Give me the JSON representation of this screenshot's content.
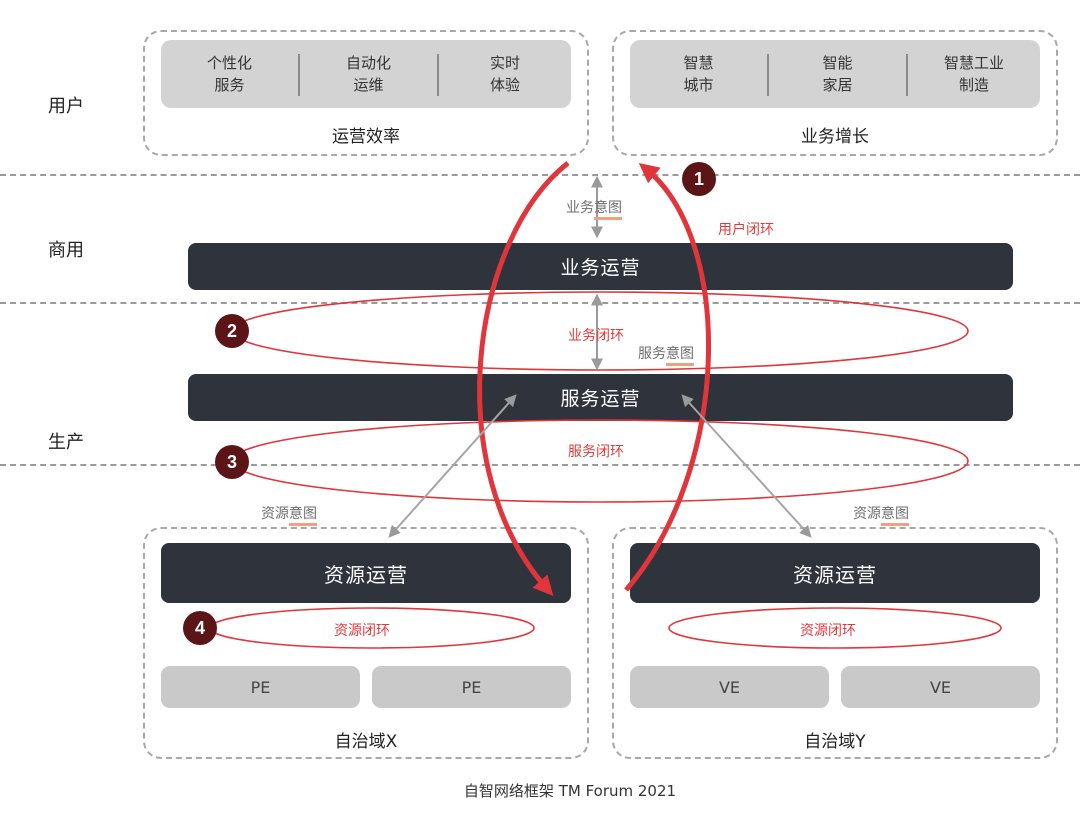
{
  "layers": {
    "user": "用户",
    "commercial": "商用",
    "production": "生产"
  },
  "top_left_box": {
    "items": [
      "个性化\n服务",
      "自动化\n运维",
      "实时\n体验"
    ],
    "caption": "运营效率"
  },
  "top_right_box": {
    "items": [
      "智慧\n城市",
      "智能\n家居",
      "智慧工业\n制造"
    ],
    "caption": "业务增长"
  },
  "bars": {
    "business_ops": "业务运营",
    "service_ops": "服务运营"
  },
  "intents": {
    "business_prefix": "业务",
    "business_suffix": "意图",
    "service_prefix": "服务",
    "service_suffix": "意图",
    "resource_left_prefix": "资源",
    "resource_left_suffix": "意图",
    "resource_right_prefix": "资源",
    "resource_right_suffix": "意图"
  },
  "loops": {
    "user": "用户闭环",
    "business": "业务闭环",
    "service": "服务闭环",
    "resource_left": "资源闭环",
    "resource_right": "资源闭环"
  },
  "badges": [
    "1",
    "2",
    "3",
    "4"
  ],
  "domain_x": {
    "title": "资源运营",
    "pills": [
      "PE",
      "PE"
    ],
    "caption": "自治域X"
  },
  "domain_y": {
    "title": "资源运营",
    "pills": [
      "VE",
      "VE"
    ],
    "caption": "自治域Y"
  },
  "footer": "自智网络框架  TM Forum 2021",
  "colors": {
    "dark_bar": "#2e333c",
    "loop_red": "#e0353a",
    "badge": "#5b1517",
    "grey_box": "#d3d3d3",
    "pill": "#c9c9c9",
    "underline": "#f0a07e"
  }
}
